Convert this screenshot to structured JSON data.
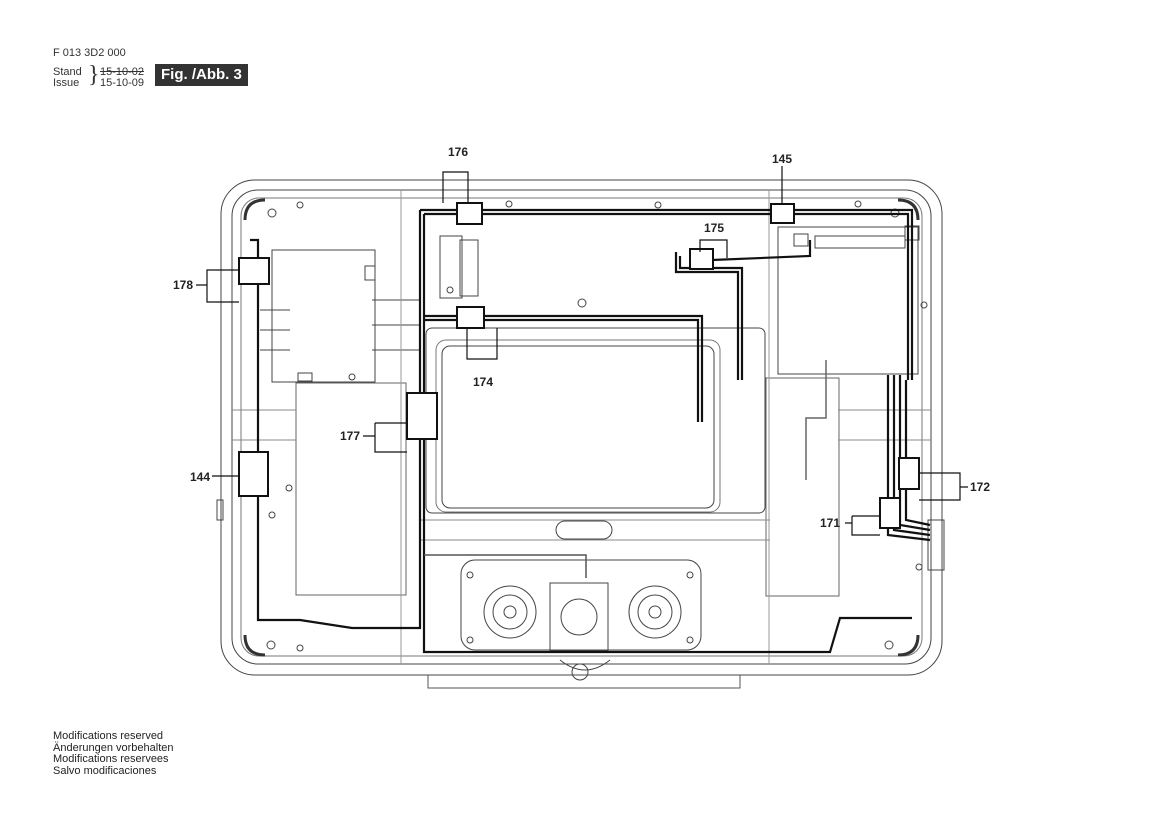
{
  "header": {
    "part_number": "F 013 3D2 000",
    "stand_label": "Stand",
    "issue_label": "Issue",
    "stand_date": "15-10-02",
    "issue_date": "15-10-09",
    "figure_label": "Fig. /Abb. 3"
  },
  "callouts": {
    "c176": "176",
    "c145": "145",
    "c175": "175",
    "c178": "178",
    "c174": "174",
    "c177": "177",
    "c144": "144",
    "c172": "172",
    "c171": "171"
  },
  "footer": {
    "line1": "Modifications reserved",
    "line2": "Änderungen vorbehalten",
    "line3": "Modifications reservees",
    "line4": "Salvo modificaciones"
  }
}
